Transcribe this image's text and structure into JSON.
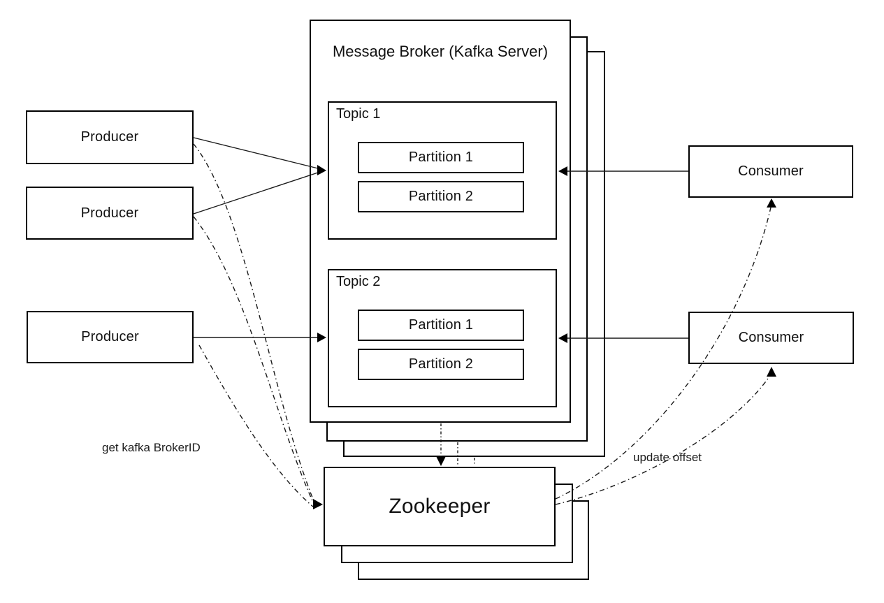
{
  "diagram": {
    "broker": {
      "title": "Message Broker (Kafka Server)",
      "stack_layers": 3
    },
    "topics": [
      {
        "label": "Topic 1",
        "partitions": [
          "Partition 1",
          "Partition 2"
        ]
      },
      {
        "label": "Topic 2",
        "partitions": [
          "Partition 1",
          "Partition 2"
        ]
      }
    ],
    "producers": [
      "Producer",
      "Producer",
      "Producer"
    ],
    "consumers": [
      "Consumer",
      "Consumer"
    ],
    "zookeeper": {
      "label": "Zookeeper",
      "stack_layers": 3
    },
    "annotations": {
      "get_broker_id": "get kafka BrokerID",
      "update_offset": "update offset"
    },
    "colors": {
      "line": "#000000",
      "background": "#ffffff"
    }
  }
}
